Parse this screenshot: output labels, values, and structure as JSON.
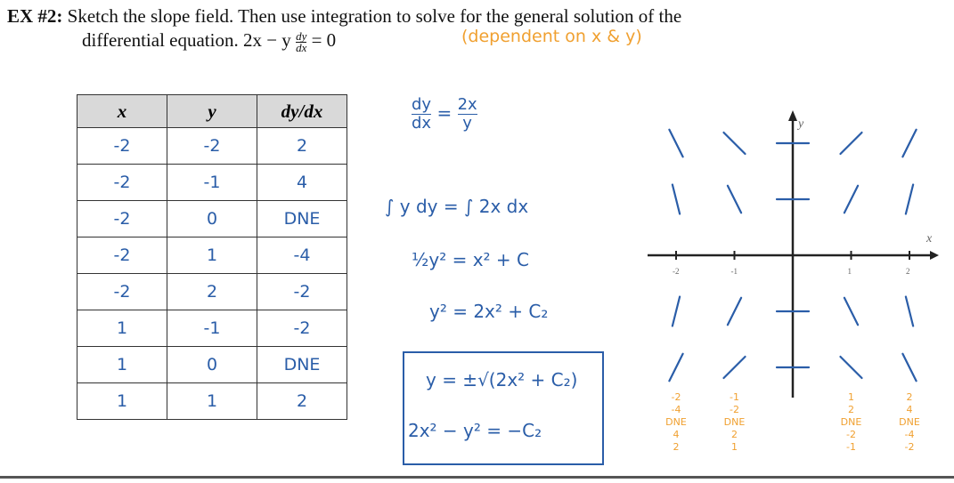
{
  "problem": {
    "label": "EX #2:",
    "text": "Sketch the slope field.  Then use integration to solve for the general solution of the",
    "line2": "differential equation. 2x − y",
    "frac_num": "dy",
    "frac_den": "dx",
    "line2_end": "= 0",
    "note": "(dependent on x & y)"
  },
  "table": {
    "headers": [
      "x",
      "y",
      "dy/dx"
    ],
    "rows": [
      [
        "-2",
        "-2",
        "2"
      ],
      [
        "-2",
        "-1",
        "4"
      ],
      [
        "-2",
        "0",
        "DNE"
      ],
      [
        "-2",
        "1",
        "-4"
      ],
      [
        "-2",
        "2",
        "-2"
      ],
      [
        "1",
        "-1",
        "-2"
      ],
      [
        "1",
        "0",
        "DNE"
      ],
      [
        "1",
        "1",
        "2"
      ]
    ]
  },
  "work": {
    "step1": "dy/dx = 2x/y",
    "step1_num": "dy",
    "step1_den": "dx",
    "step1_rnum": "2x",
    "step1_rden": "y",
    "step1_eq": "=",
    "step2": "∫ y dy = ∫ 2x dx",
    "step3": "½y² = x² + C",
    "step4": "y² = 2x² + C₂",
    "answer1": "y = ±√(2x² + C₂)",
    "answer2": "2x² − y² = −C₂"
  },
  "graph": {
    "x_label": "x",
    "y_label": "y",
    "x_ticks": [
      "-2",
      "-1",
      "1",
      "2"
    ],
    "colors": {
      "segment": "#2a5da8",
      "axis": "#222",
      "annotation": "#f0a030"
    },
    "slope_field": [
      {
        "x": -2,
        "y": 2,
        "slope": -2
      },
      {
        "x": -1,
        "y": 2,
        "slope": -1
      },
      {
        "x": 0,
        "y": 2,
        "slope": 0
      },
      {
        "x": 1,
        "y": 2,
        "slope": 1
      },
      {
        "x": 2,
        "y": 2,
        "slope": 2
      },
      {
        "x": -2,
        "y": 1,
        "slope": -4
      },
      {
        "x": -1,
        "y": 1,
        "slope": -2
      },
      {
        "x": 0,
        "y": 1,
        "slope": 0
      },
      {
        "x": 1,
        "y": 1,
        "slope": 2
      },
      {
        "x": 2,
        "y": 1,
        "slope": 4
      },
      {
        "x": -2,
        "y": -1,
        "slope": 4
      },
      {
        "x": -1,
        "y": -1,
        "slope": 2
      },
      {
        "x": 0,
        "y": -1,
        "slope": 0
      },
      {
        "x": 1,
        "y": -1,
        "slope": -2
      },
      {
        "x": 2,
        "y": -1,
        "slope": -4
      },
      {
        "x": -2,
        "y": -2,
        "slope": 2
      },
      {
        "x": -1,
        "y": -2,
        "slope": 1
      },
      {
        "x": 0,
        "y": -2,
        "slope": 0
      },
      {
        "x": 1,
        "y": -2,
        "slope": -1
      },
      {
        "x": 2,
        "y": -2,
        "slope": -2
      }
    ],
    "column_notes": [
      {
        "x": -2,
        "values": [
          "-2",
          "-4",
          "DNE",
          "4",
          "2"
        ]
      },
      {
        "x": -1,
        "values": [
          "-1",
          "-2",
          "DNE",
          "2",
          "1"
        ]
      },
      {
        "x": 1,
        "values": [
          "1",
          "2",
          "DNE",
          "-2",
          "-1"
        ]
      },
      {
        "x": 2,
        "values": [
          "2",
          "4",
          "DNE",
          "-4",
          "-2"
        ]
      }
    ]
  }
}
